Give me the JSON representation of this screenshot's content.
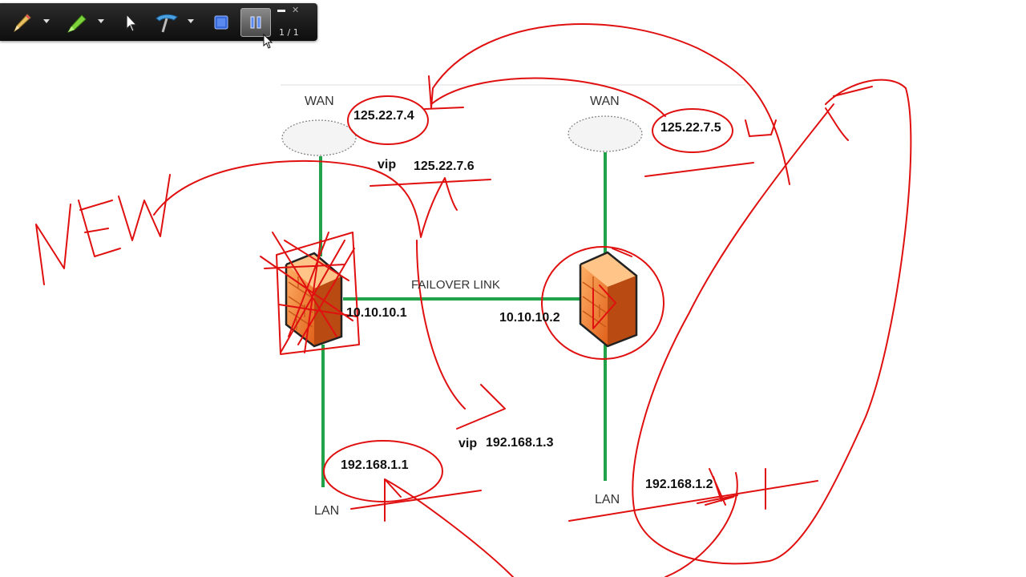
{
  "toolbar": {
    "tools": [
      {
        "id": "pen",
        "icon": "pencil-icon"
      },
      {
        "id": "highlighter",
        "icon": "highlighter-icon"
      },
      {
        "id": "pointer",
        "icon": "cursor-arrow-icon"
      },
      {
        "id": "eraser",
        "icon": "eraser-icon"
      },
      {
        "id": "screen",
        "icon": "blue-square-icon"
      },
      {
        "id": "pause",
        "icon": "pause-icon"
      }
    ],
    "page_counter": "1 / 1"
  },
  "diagram": {
    "left": {
      "wan_label": "WAN",
      "wan_ip": "125.22.7.4",
      "lan_ip_upper": "10.10.10.1",
      "lan_ip": "192.168.1.1",
      "lan_label": "LAN"
    },
    "right": {
      "wan_label": "WAN",
      "wan_ip": "125.22.7.5",
      "lan_ip_upper": "10.10.10.2",
      "lan_ip": "192.168.1.2",
      "lan_label": "LAN"
    },
    "vip_wan_prefix": "vip",
    "vip_wan_ip": "125.22.7.6",
    "failover_label": "FAILOVER LINK",
    "vip_lan_prefix": "vip",
    "vip_lan_ip": "192.168.1.3"
  },
  "annotation": {
    "handwritten": "NEW",
    "ink_color": "#e01010"
  },
  "colors": {
    "link_green": "#22a24a",
    "firewall_orange": "#f07a24"
  }
}
